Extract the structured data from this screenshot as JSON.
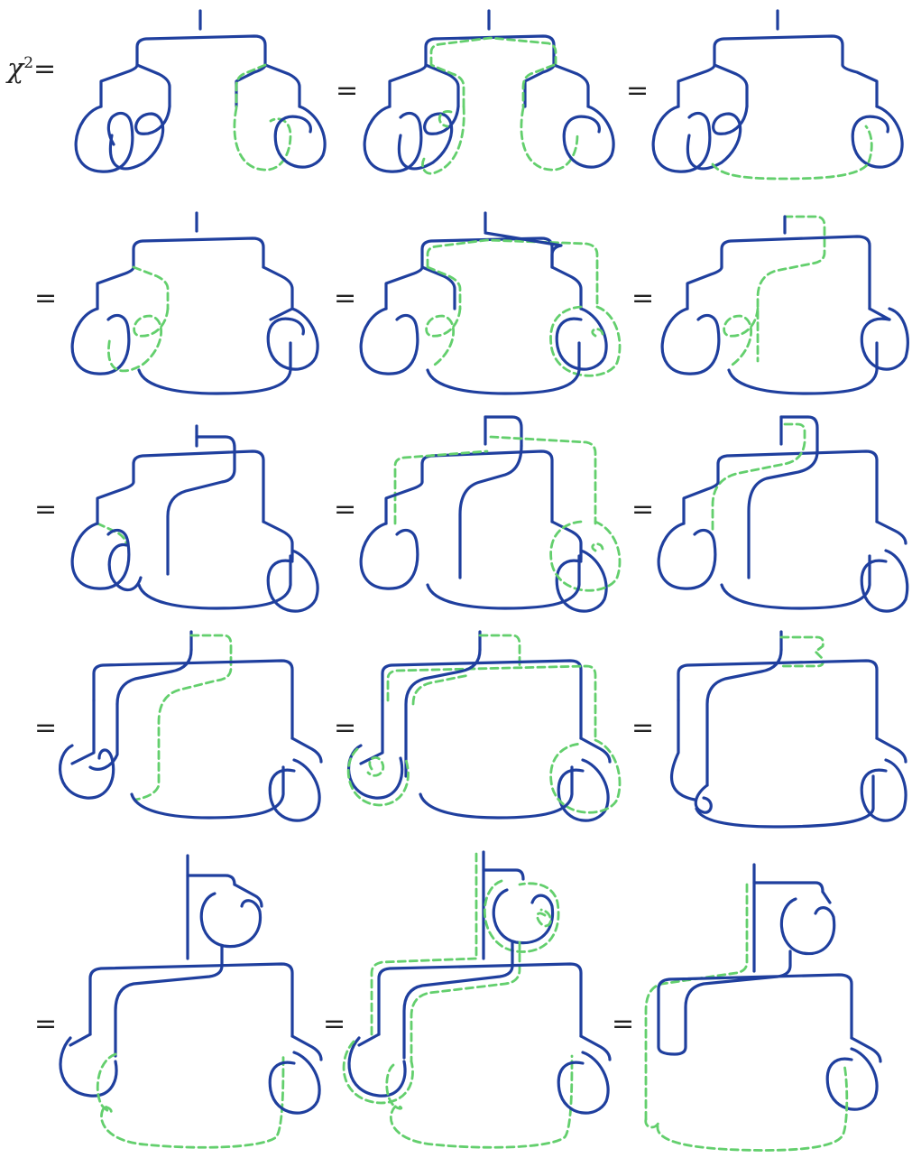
{
  "equation": {
    "lhs_symbol": "χ",
    "lhs_exponent": "2",
    "equals_sign": "="
  },
  "colors": {
    "strand": "#1f3f9e",
    "dashed_strand": "#63cf6d",
    "background": "#ffffff"
  },
  "rows": [
    {
      "panels": 3
    },
    {
      "panels": 3
    },
    {
      "panels": 3
    },
    {
      "panels": 3
    },
    {
      "panels": 3
    }
  ]
}
